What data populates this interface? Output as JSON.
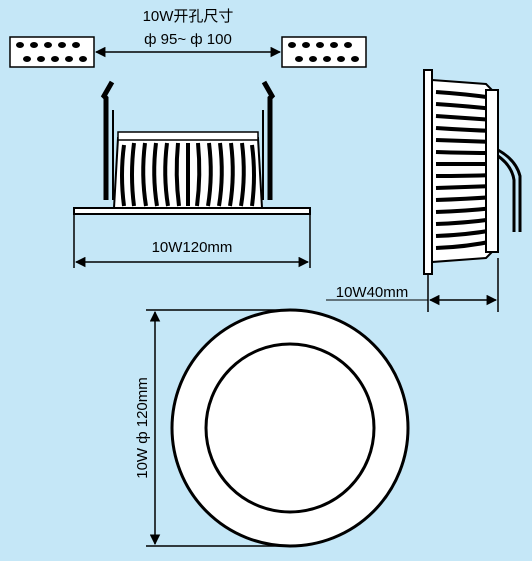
{
  "cutout": {
    "title": "10W开孔尺寸",
    "range": "ф 95~ ф 100"
  },
  "front_view": {
    "width_label": "10W120mm"
  },
  "side_view": {
    "depth_label": "10W40mm"
  },
  "bottom_view": {
    "diameter_label": "10W ф 120mm"
  },
  "colors": {
    "background": "#c5e7f7",
    "line": "#000000"
  }
}
